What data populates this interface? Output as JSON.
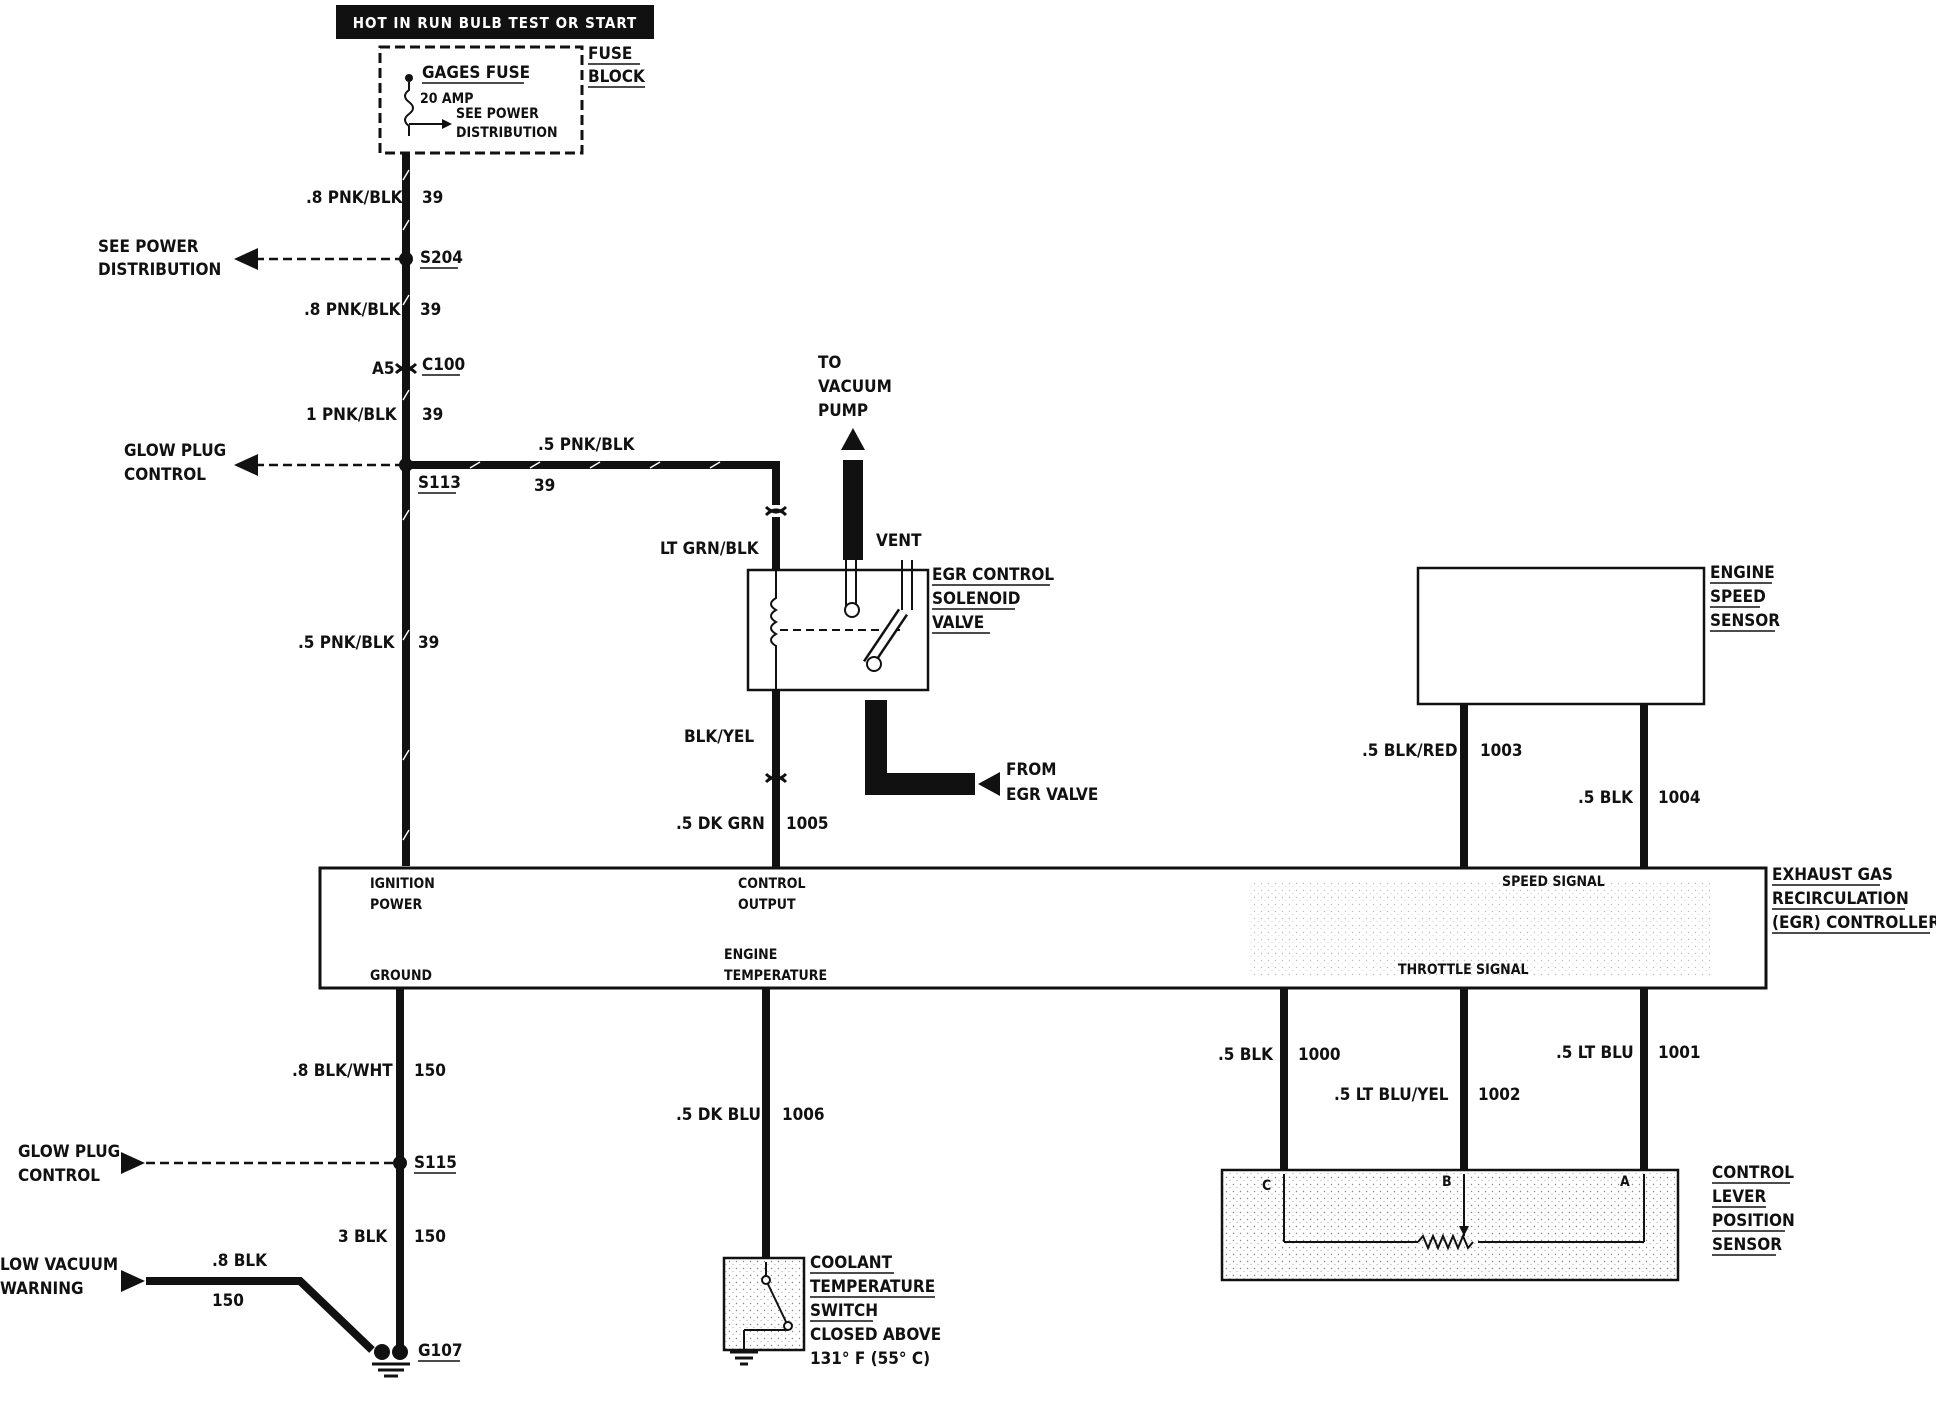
{
  "header": {
    "supply": "HOT IN RUN BULB TEST OR START"
  },
  "fuse_block": {
    "label1": "FUSE",
    "label2": "BLOCK",
    "fuse_name": "GAGES FUSE",
    "rating": "20 AMP",
    "see1": "SEE POWER",
    "see2": "DISTRIBUTION"
  },
  "wires": {
    "w1": {
      "gauge": ".8 PNK/BLK",
      "circuit": "39"
    },
    "w2": {
      "gauge": ".8 PNK/BLK",
      "circuit": "39"
    },
    "w3": {
      "gauge": "1 PNK/BLK",
      "circuit": "39"
    },
    "w4": {
      "gauge": ".5 PNK/BLK",
      "circuit": "39"
    },
    "w5": {
      "gauge": ".5 PNK/BLK",
      "circuit": "39"
    },
    "w6": {
      "gauge": "LT GRN/BLK"
    },
    "w7": {
      "gauge": "BLK/YEL"
    },
    "w8": {
      "gauge": ".5 DK GRN",
      "circuit": "1005"
    },
    "w9": {
      "gauge": ".5 BLK/RED",
      "circuit": "1003"
    },
    "w10": {
      "gauge": ".5 BLK",
      "circuit": "1004"
    },
    "w11": {
      "gauge": ".8 BLK/WHT",
      "circuit": "150"
    },
    "w12": {
      "gauge": "3 BLK",
      "circuit": "150"
    },
    "w13": {
      "gauge": ".8 BLK",
      "circuit": "150"
    },
    "w14": {
      "gauge": ".5 DK BLU",
      "circuit": "1006"
    },
    "w15": {
      "gauge": ".5 BLK",
      "circuit": "1000"
    },
    "w16": {
      "gauge": ".5 LT BLU/YEL",
      "circuit": "1002"
    },
    "w17": {
      "gauge": ".5 LT BLU",
      "circuit": "1001"
    }
  },
  "splices": {
    "s204": "S204",
    "s113": "S113",
    "s115": "S115",
    "c100": "C100",
    "a5": "A5",
    "g107": "G107"
  },
  "offpage": {
    "power1": "SEE POWER",
    "power2": "DISTRIBUTION",
    "glow1a": "GLOW PLUG",
    "glow1b": "CONTROL",
    "glow2a": "GLOW PLUG",
    "glow2b": "CONTROL",
    "lowvac1": "LOW VACUUM",
    "lowvac2": "WARNING"
  },
  "solenoid": {
    "l1": "EGR CONTROL",
    "l2": "SOLENOID",
    "l3": "VALVE",
    "vent": "VENT",
    "to1": "TO",
    "to2": "VACUUM",
    "to3": "PUMP",
    "from1": "FROM",
    "from2": "EGR VALVE"
  },
  "speed_sensor": {
    "l1": "ENGINE",
    "l2": "SPEED",
    "l3": "SENSOR"
  },
  "controller": {
    "l1": "EXHAUST GAS",
    "l2": "RECIRCULATION",
    "l3": "(EGR) CONTROLLER",
    "ign1": "IGNITION",
    "ign2": "POWER",
    "ctl1": "CONTROL",
    "ctl2": "OUTPUT",
    "speed": "SPEED SIGNAL",
    "ground": "GROUND",
    "eng1": "ENGINE",
    "eng2": "TEMPERATURE",
    "throttle": "THROTTLE SIGNAL"
  },
  "coolant": {
    "l1": "COOLANT",
    "l2": "TEMPERATURE",
    "l3": "SWITCH",
    "l4": "CLOSED ABOVE",
    "l5": "131° F (55° C)"
  },
  "lever": {
    "l1": "CONTROL",
    "l2": "LEVER",
    "l3": "POSITION",
    "l4": "SENSOR",
    "pa": "A",
    "pb": "B",
    "pc": "C"
  }
}
